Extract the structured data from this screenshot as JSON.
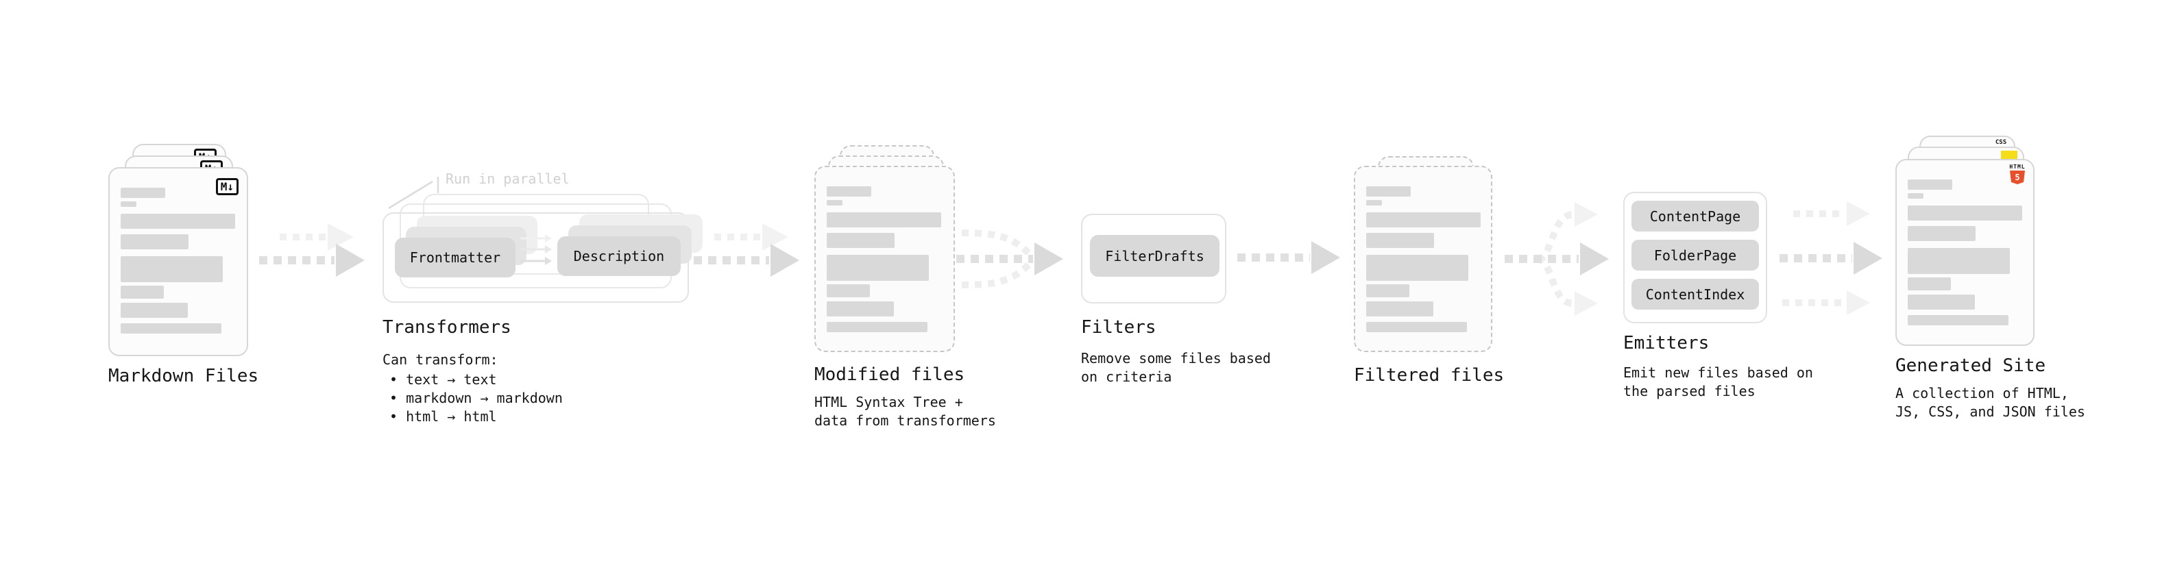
{
  "stages": {
    "markdown_files": {
      "label": "Markdown Files",
      "badge": "M↓"
    },
    "transformers": {
      "label": "Transformers",
      "annotation": "Run in parallel",
      "box_a": "Frontmatter",
      "box_b": "Description",
      "desc_title": "Can transform:",
      "bullets": [
        "• text → text",
        "• markdown → markdown",
        "• html → html"
      ]
    },
    "modified_files": {
      "label": "Modified files",
      "desc": [
        "HTML Syntax Tree +",
        "data from transformers"
      ]
    },
    "filters": {
      "label": "Filters",
      "box": "FilterDrafts",
      "desc": [
        "Remove some files based",
        "on criteria"
      ]
    },
    "filtered_files": {
      "label": "Filtered files"
    },
    "emitters": {
      "label": "Emitters",
      "boxes": [
        "ContentPage",
        "FolderPage",
        "ContentIndex"
      ],
      "desc": [
        "Emit new files based on",
        "the parsed files"
      ]
    },
    "generated_site": {
      "label": "Generated Site",
      "css_badge": "CSS",
      "html_badge_text": "HTML",
      "html_badge_number": "5",
      "desc": [
        "A collection of HTML,",
        "JS, CSS, and JSON files"
      ]
    }
  },
  "colors": {
    "box_gray": "#d9d9d9",
    "arrow_gray": "#dadada",
    "faint_gray": "#f0f0f0",
    "text": "#1a1a1a",
    "annotation_gray": "#d0d0d0",
    "html5_orange": "#e8502c",
    "js_yellow": "#f5de19",
    "css_blue": "#2962f1"
  }
}
